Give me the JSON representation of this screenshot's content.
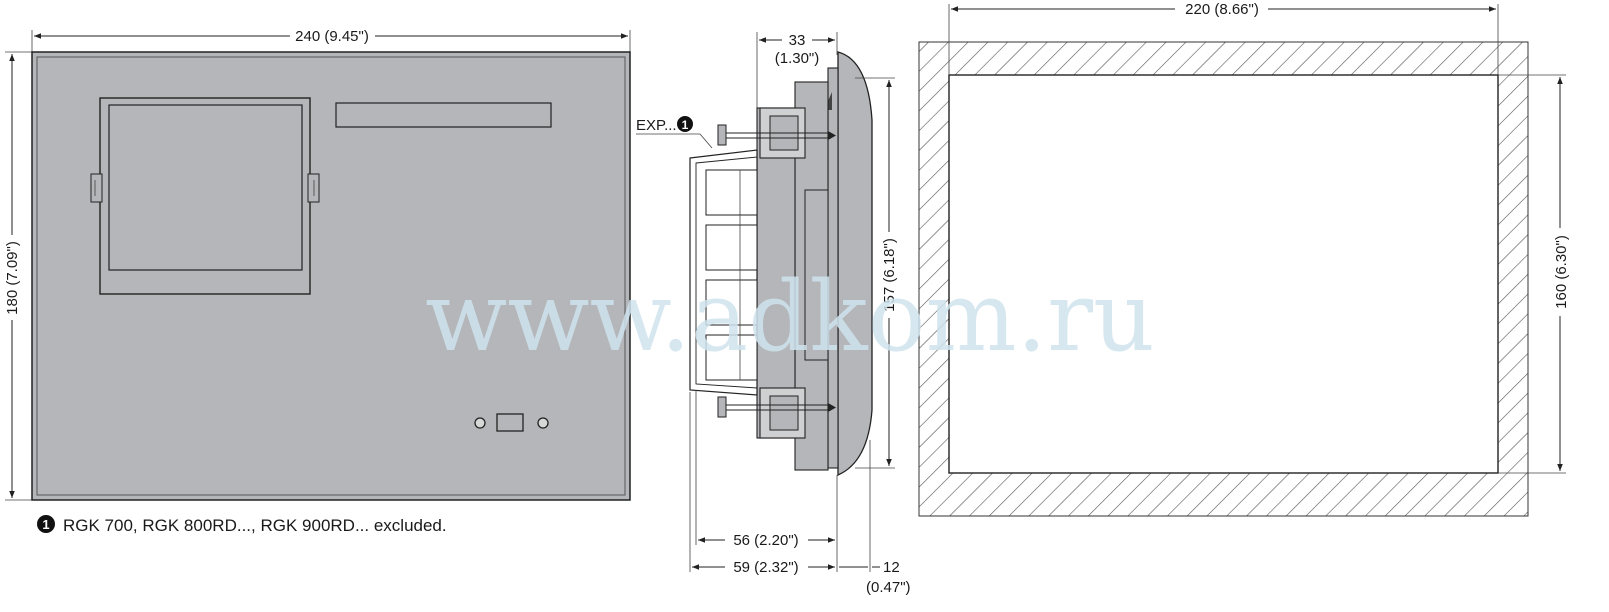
{
  "front_view": {
    "width_label": "240 (9.45\")",
    "height_label": "180 (7.09\")"
  },
  "side_view": {
    "depth_top_label_line1": "33",
    "depth_top_label_line2": "(1.30\")",
    "height_label": "157 (6.18\")",
    "exp_label": "EXP...",
    "dim_56_label": "56 (2.20\")",
    "dim_59_label": "59 (2.32\")",
    "dim_12_line1": "12",
    "dim_12_line2": "(0.47\")"
  },
  "cutout_view": {
    "width_label": "220 (8.66\")",
    "height_label": "160 (6.30\")"
  },
  "footnote": {
    "marker": "1",
    "text": "RGK 700, RGK 800RD..., RGK 900RD... excluded."
  },
  "watermark": "www.adkom.ru",
  "colors": {
    "panel_fill": "#b4b6b9",
    "hatch": "#555555",
    "line": "#222222"
  }
}
